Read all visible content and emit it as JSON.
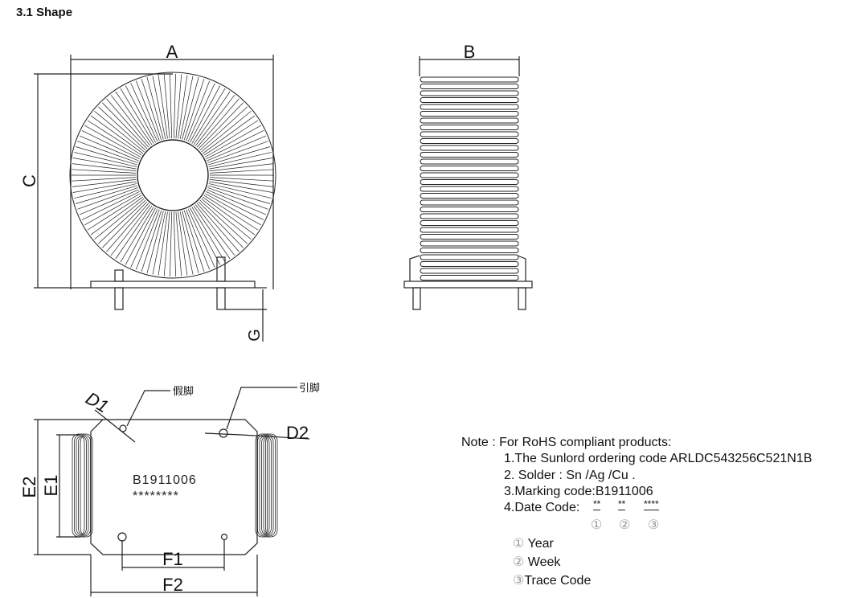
{
  "section_title": "3.1 Shape",
  "dimensions": {
    "a": "A",
    "b": "B",
    "c": "C",
    "g": "G",
    "d1": "D1",
    "d2": "D2",
    "e1": "E1",
    "e2": "E2",
    "f1": "F1",
    "f2": "F2"
  },
  "callouts": {
    "dummy_pin": "假脚",
    "lead_pin": "引脚"
  },
  "marking": {
    "code": "B1911006",
    "stars": "********"
  },
  "note": {
    "heading": "Note : For RoHS compliant products:",
    "items": [
      "1.The Sunlord ordering code ARLDC543256C521N1B",
      "2. Solder : Sn /Ag /Cu .",
      "3.Marking code:B1911006"
    ],
    "date_code_label": "4.Date Code:",
    "date_code_parts": [
      "**",
      "**",
      "****"
    ],
    "date_code_markers": [
      "①",
      "②",
      "③"
    ],
    "legend": [
      {
        "marker": "①",
        "label": "Year"
      },
      {
        "marker": "②",
        "label": "Week"
      },
      {
        "marker": "③",
        "label": "Trace Code"
      }
    ]
  }
}
